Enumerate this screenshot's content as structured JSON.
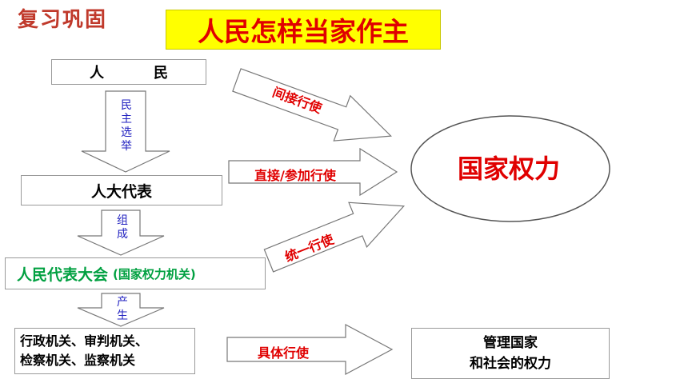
{
  "header": {
    "review_label": "复习巩固",
    "title": "人民怎样当家作主"
  },
  "nodes": {
    "people": "人　民",
    "deputies": "人大代表",
    "npc": "人民代表大会",
    "npc_note": "(国家权力机关)",
    "organs_line1": "行政机关、审判机关、",
    "organs_line2": "检察机关、监察机关",
    "state_power": "国家权力",
    "manage_line1": "管理国家",
    "manage_line2": "和社会的权力"
  },
  "vertical_labels": {
    "election": [
      "民",
      "主",
      "选",
      "举"
    ],
    "compose": [
      "组",
      "成"
    ],
    "produce": [
      "产",
      "生"
    ]
  },
  "arrow_labels": {
    "indirect": "间接行使",
    "direct": "直接/参加行使",
    "unified": "统一行使",
    "specific": "具体行使"
  },
  "colors": {
    "title_bg": "#ffff00",
    "title_text": "#e00000",
    "npc_text": "#00a040",
    "vertical_text": "#2020c0",
    "arrow_label": "#e00000"
  }
}
